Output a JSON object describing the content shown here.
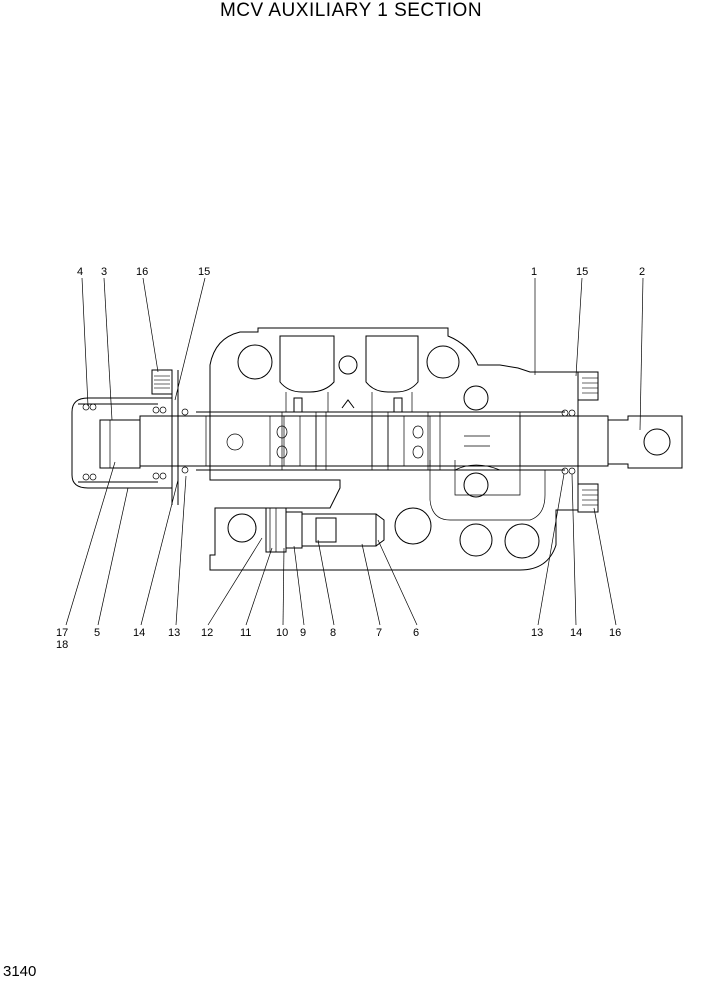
{
  "page": {
    "title": "MCV AUXILIARY 1 SECTION",
    "number": "3140"
  },
  "callouts": [
    {
      "id": "c4",
      "text": "4"
    },
    {
      "id": "c3",
      "text": "3"
    },
    {
      "id": "c16a",
      "text": "16"
    },
    {
      "id": "c15a",
      "text": "15"
    },
    {
      "id": "c1",
      "text": "1"
    },
    {
      "id": "c15b",
      "text": "15"
    },
    {
      "id": "c2",
      "text": "2"
    },
    {
      "id": "c17",
      "text": "17"
    },
    {
      "id": "c18",
      "text": "18"
    },
    {
      "id": "c5",
      "text": "5"
    },
    {
      "id": "c14a",
      "text": "14"
    },
    {
      "id": "c13a",
      "text": "13"
    },
    {
      "id": "c12",
      "text": "12"
    },
    {
      "id": "c11",
      "text": "11"
    },
    {
      "id": "c10",
      "text": "10"
    },
    {
      "id": "c9",
      "text": "9"
    },
    {
      "id": "c8",
      "text": "8"
    },
    {
      "id": "c7",
      "text": "7"
    },
    {
      "id": "c6",
      "text": "6"
    },
    {
      "id": "c13b",
      "text": "13"
    },
    {
      "id": "c14b",
      "text": "14"
    },
    {
      "id": "c16b",
      "text": "16"
    }
  ]
}
